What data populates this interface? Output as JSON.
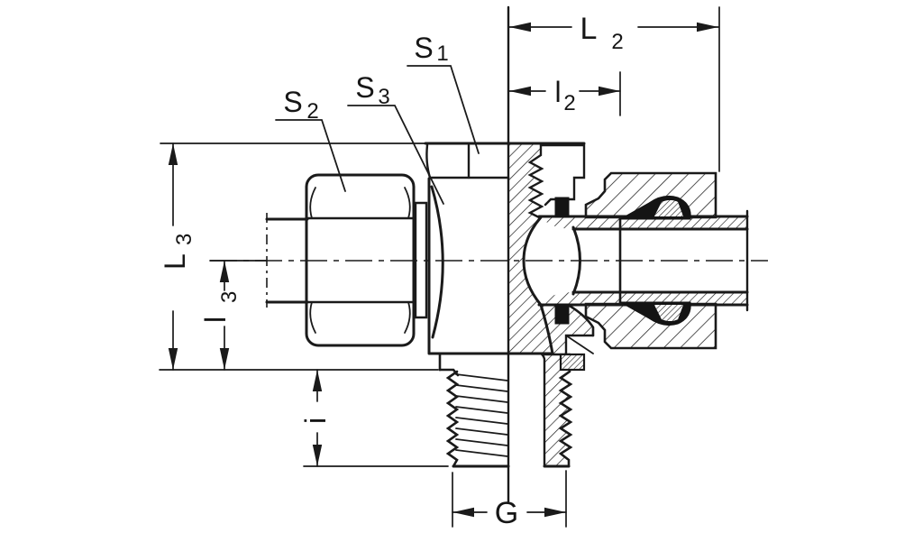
{
  "drawing": {
    "background": "#ffffff",
    "line_color": "#1a1a1a",
    "type": "technical-section-drawing",
    "dimensions": {
      "L2": {
        "main": "L",
        "sub": "2"
      },
      "l2": {
        "main": "l",
        "sub": "2"
      },
      "L3": {
        "main": "L",
        "sub": "3"
      },
      "l3": {
        "main": "l",
        "sub": "3"
      },
      "i": {
        "main": "i",
        "sub": ""
      },
      "G": {
        "main": "G",
        "sub": ""
      }
    },
    "callouts": {
      "S1": {
        "main": "S",
        "sub": "1"
      },
      "S2": {
        "main": "S",
        "sub": "2"
      },
      "S3": {
        "main": "S",
        "sub": "3"
      }
    }
  }
}
